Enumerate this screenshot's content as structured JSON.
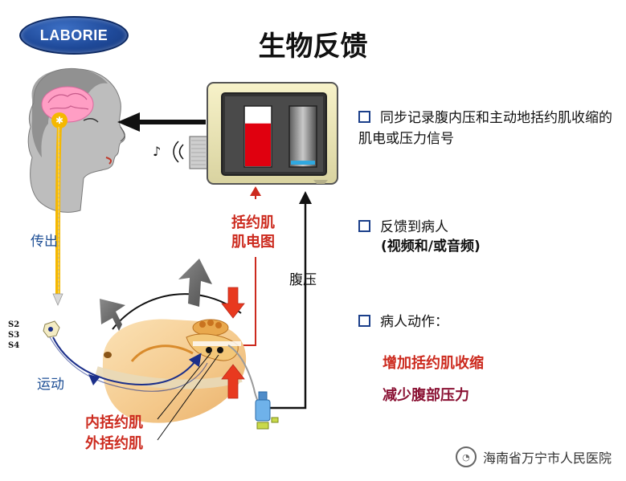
{
  "logo": {
    "text": "LABORIE"
  },
  "title": "生物反馈",
  "bullets": [
    {
      "text": "同步记录腹内压和主动地括约肌收缩的肌电或压力信号"
    },
    {
      "text_line1": "反馈到病人",
      "text_line2": "(视频和/或音频)"
    },
    {
      "text": "病人动作："
    }
  ],
  "actions": {
    "increase": "增加括约肌收缩",
    "decrease": "减少腹部压力"
  },
  "labels": {
    "emg_line1": "括约肌",
    "emg_line2": "肌电图",
    "abdominal_pressure": "腹压",
    "efferent": "传出",
    "motor": "运动",
    "internal_sphincter": "内括约肌",
    "external_sphincter": "外括约肌",
    "sacral": [
      "S2",
      "S3",
      "S4"
    ]
  },
  "monitor": {
    "bar_left_level": 0.72,
    "bar_right_level": 0.07
  },
  "colors": {
    "red": "#cc2a1e",
    "maroon": "#8a1133",
    "blue": "#1e4f95",
    "bullet_border": "#1b3f8a"
  },
  "watermark": {
    "text": "海南省万宁市人民医院"
  }
}
